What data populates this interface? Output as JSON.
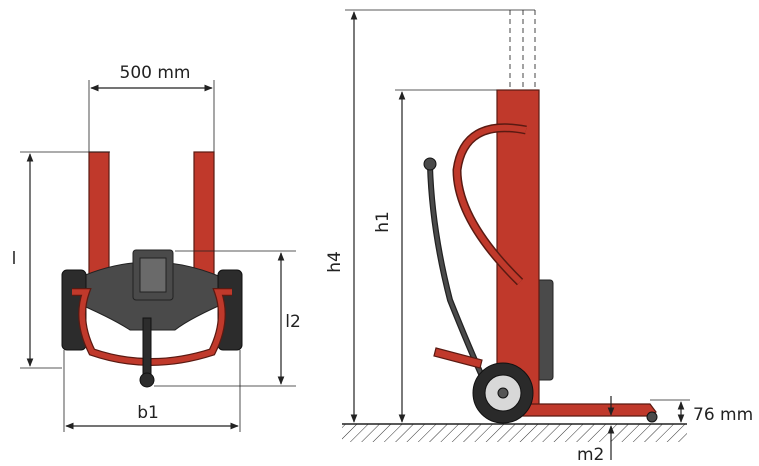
{
  "labels": {
    "width_forks": "500 mm",
    "length_l": "l",
    "length_l2": "l2",
    "width_b1": "b1",
    "height_h1": "h1",
    "height_h4": "h4",
    "fork_height": "76 mm",
    "ground_clearance": "m2"
  },
  "colors": {
    "frame_red": "#c0392b",
    "body_gray": "#4a4a4a",
    "outline": "#222222"
  }
}
